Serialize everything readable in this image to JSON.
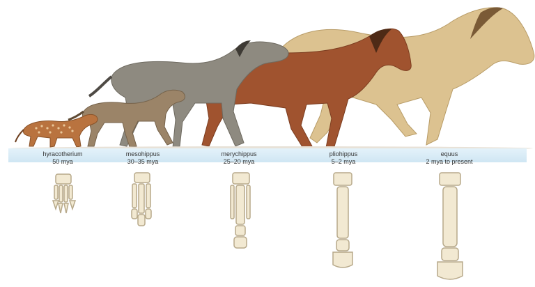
{
  "stages": [
    {
      "genus": "hyracotherium",
      "age": "50 mya",
      "animal": "tiny-spotted-horse",
      "color": "#b9733f",
      "foot": "four-toed-foot"
    },
    {
      "genus": "mesohippus",
      "age": "30–35 mya",
      "animal": "small-horse",
      "color": "#9b8468",
      "foot": "three-toed-foot"
    },
    {
      "genus": "merychippus",
      "age": "25–20 mya",
      "animal": "grey-horse",
      "color": "#8e8a80",
      "foot": "three-toed-foot"
    },
    {
      "genus": "pliohippus",
      "age": "5–2 mya",
      "animal": "brown-horse",
      "color": "#a0532f",
      "foot": "single-toed-foot"
    },
    {
      "genus": "equus",
      "age": "2 mya to present",
      "animal": "modern-horse",
      "color": "#dcc290",
      "foot": "single-hoof-foot"
    }
  ],
  "colors": {
    "band": "#d6ebf6",
    "bone": "#f2e9d2",
    "bone_outline": "#b7a98a"
  }
}
